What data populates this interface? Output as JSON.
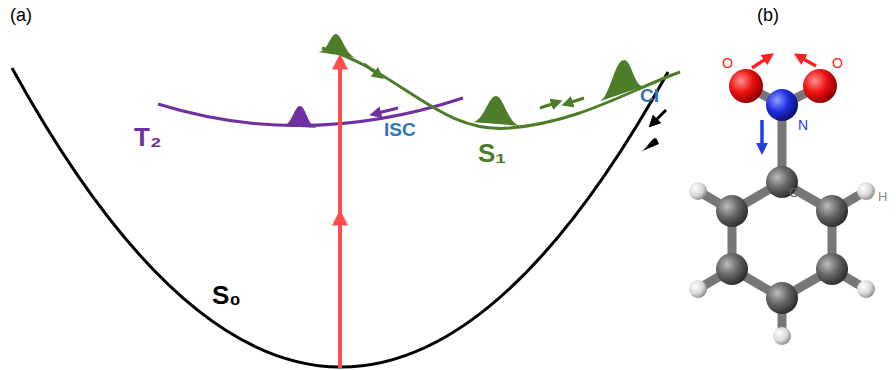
{
  "diagram": {
    "labels": [
      "(a)",
      "(b)",
      "T₂",
      "ISC",
      "S₁",
      "CI",
      "S₀",
      "O",
      "O",
      "N",
      "C",
      "H"
    ]
  }
}
